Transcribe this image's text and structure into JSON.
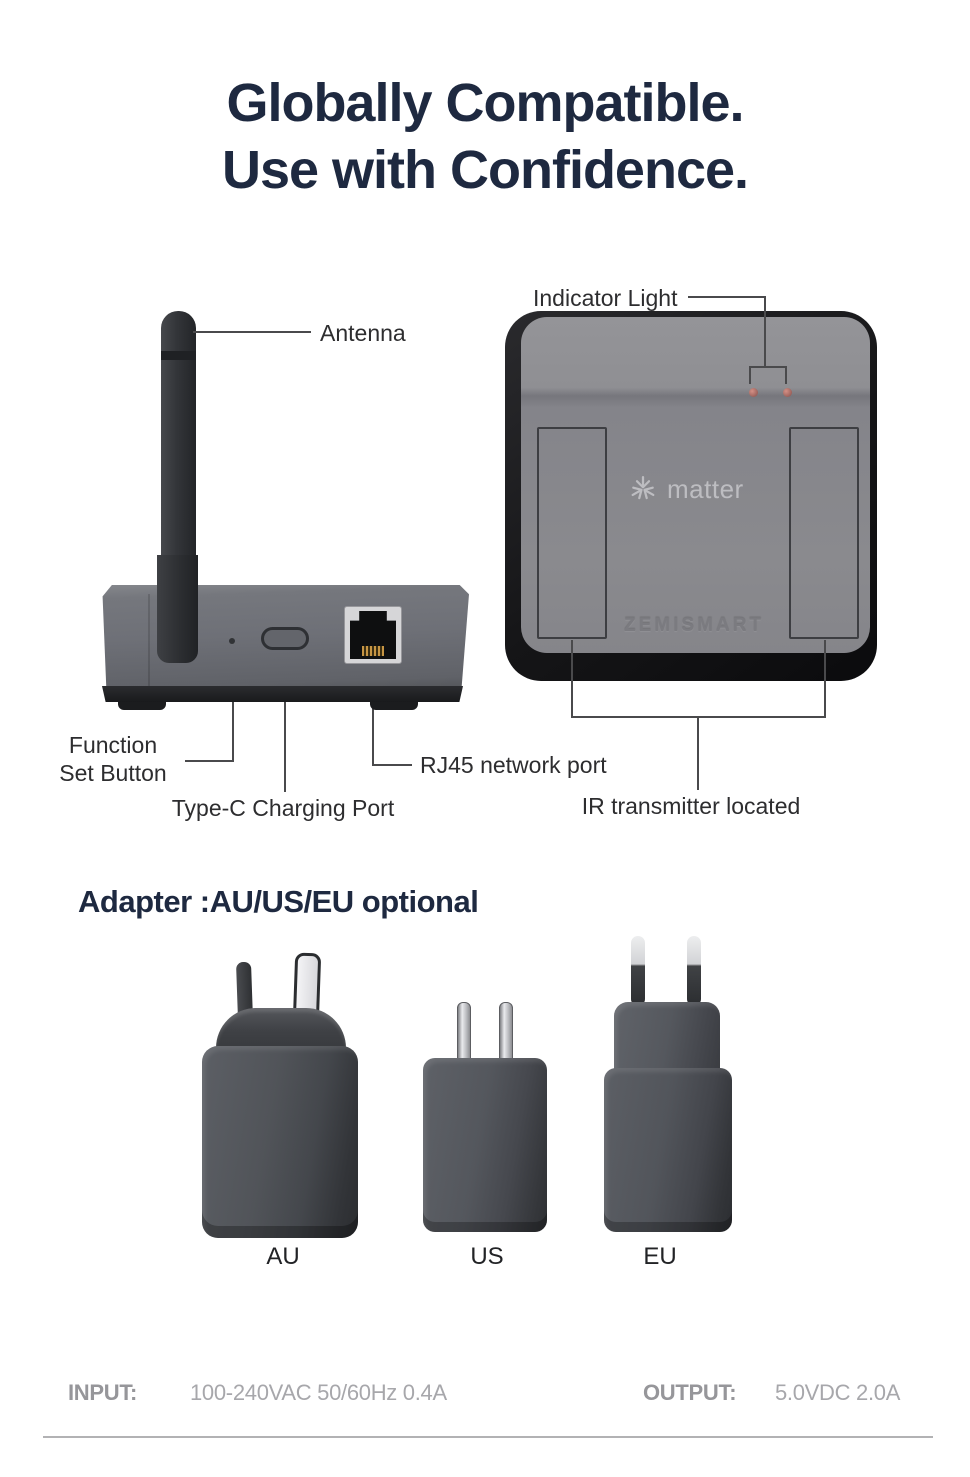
{
  "title": {
    "line1": "Globally Compatible.",
    "line2": "Use with Confidence."
  },
  "hub_rear": {
    "antenna_label": "Antenna",
    "function_button_label_line1": "Function",
    "function_button_label_line2": "Set Button",
    "type_c_label": "Type-C Charging Port",
    "rj45_label": "RJ45 network port"
  },
  "hub_top": {
    "indicator_label": "Indicator Light",
    "ir_label": "IR transmitter located",
    "matter_logo_text": "matter",
    "embossed_brand": "ZEMISMART"
  },
  "adapters": {
    "heading": "Adapter :AU/US/EU optional",
    "items": [
      {
        "label": "AU"
      },
      {
        "label": "US"
      },
      {
        "label": "EU"
      }
    ]
  },
  "specs": {
    "input_label": "INPUT:",
    "input_value": "100-240VAC 50/60Hz 0.4A",
    "output_label": "OUTPUT:",
    "output_value": "5.0VDC 2.0A"
  },
  "colors": {
    "title_navy": "#1e2940",
    "callout_text": "#2d2d2f",
    "callout_line": "#4a4a4c",
    "device_face_gray": "#8a8a8e",
    "device_dark": "#141416",
    "led_red": "#c4736e",
    "spec_label_gray": "#96969a",
    "spec_value_gray": "#a7a7ab",
    "divider_gray": "#b2b2b4"
  }
}
